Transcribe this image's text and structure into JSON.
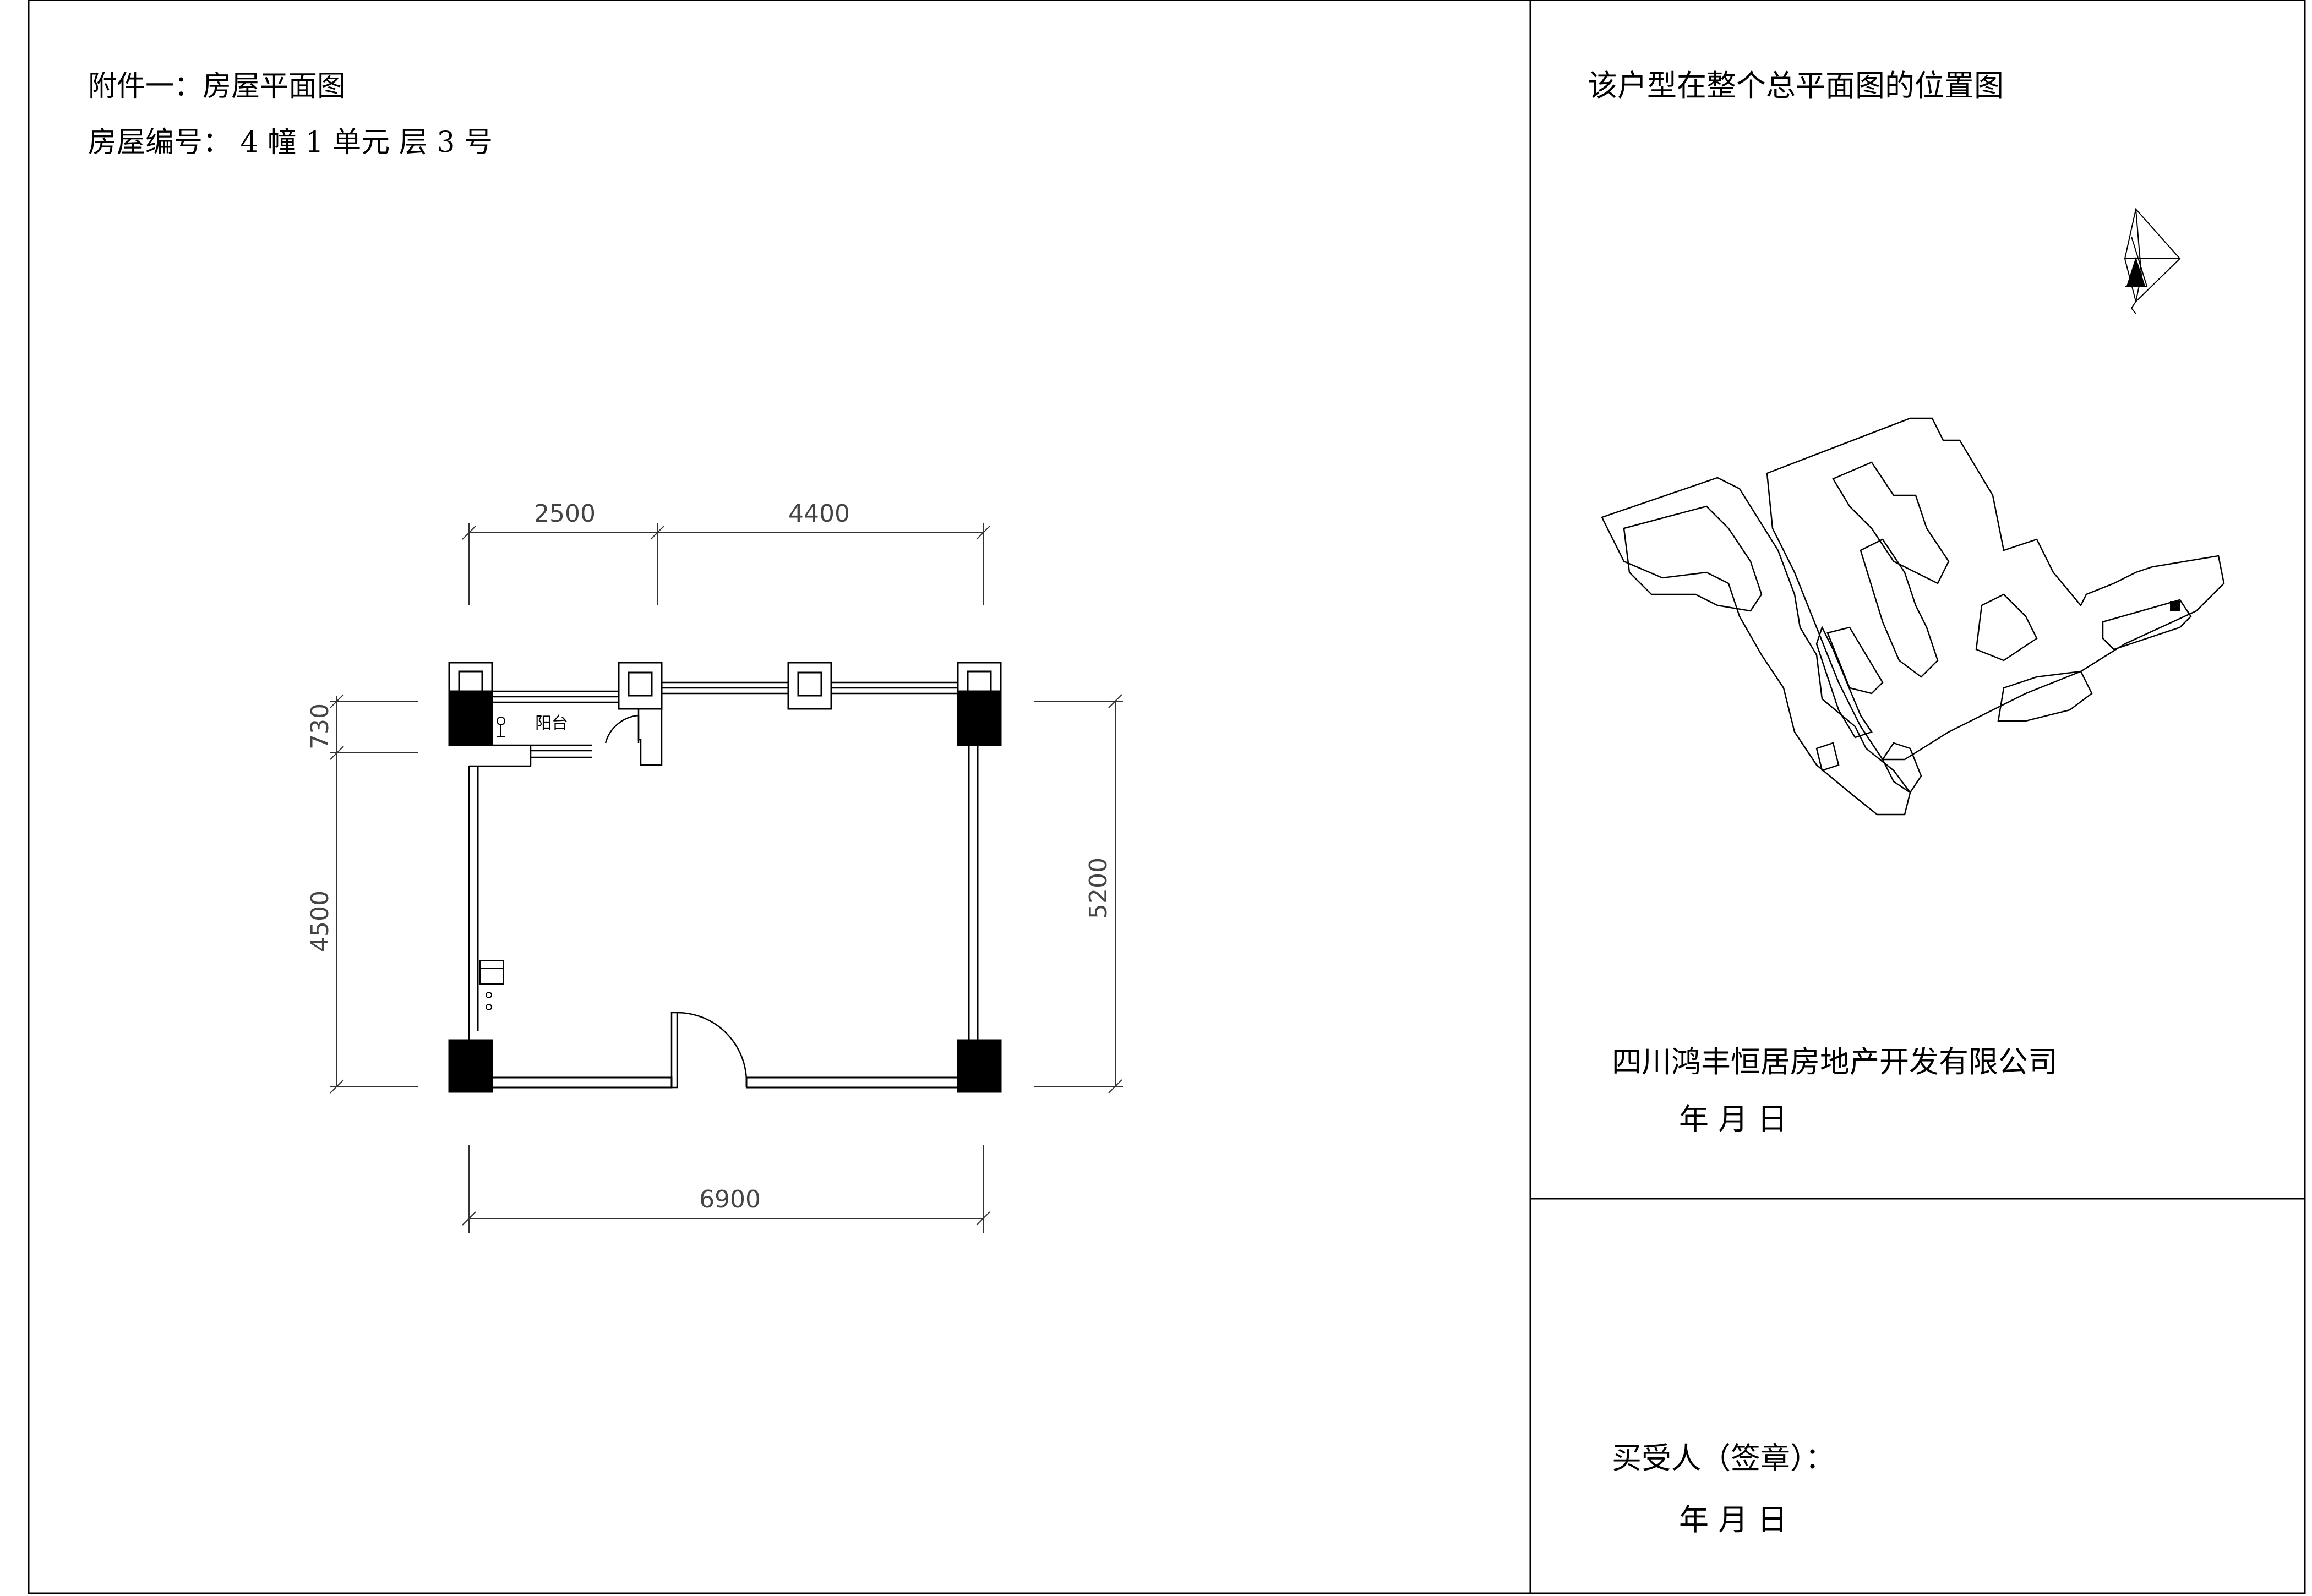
{
  "left_panel": {
    "attachment_title": "附件一：房屋平面图",
    "house_number": "房屋编号： 4 幢 1 单元    层 3 号"
  },
  "floor_plan": {
    "room_label": "阳台",
    "dimensions": {
      "top_left": "2500",
      "top_right": "4400",
      "bottom_total": "6900",
      "left_upper": "730",
      "left_lower": "4500",
      "right_total": "5200"
    }
  },
  "right_panel": {
    "site_title": "该户型在整个总平面图的位置图",
    "developer": "四川鸿丰恒居房地产开发有限公司",
    "developer_date": "年    月    日",
    "buyer_label": "买受人（签章）：",
    "buyer_date": "年    月    日"
  },
  "colors": {
    "line": "#000000",
    "dim_line": "#555555",
    "background": "#ffffff"
  },
  "icons": [
    "north-arrow-icon",
    "highlighted-unit-marker"
  ]
}
